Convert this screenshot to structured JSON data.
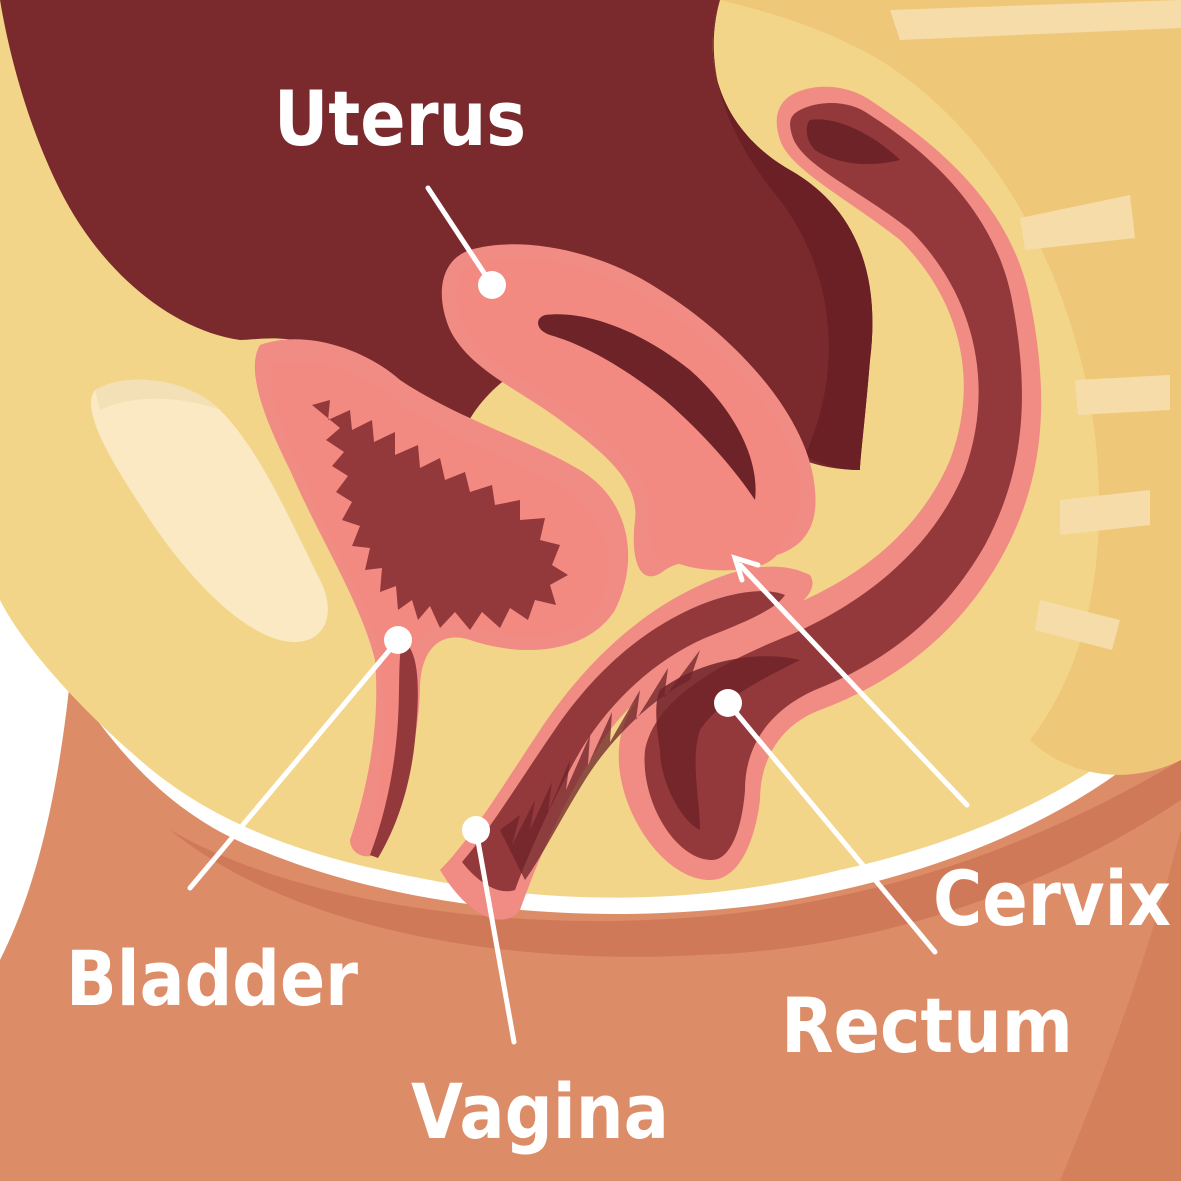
{
  "labels": {
    "uterus": "Uterus",
    "bladder": "Bladder",
    "vagina": "Vagina",
    "cervix": "Cervix",
    "rectum": "Rectum"
  },
  "colors": {
    "background": "#ffffff",
    "skin": "#dc8c66",
    "skin_dark": "#c56a4c",
    "fat": "#f3d58a",
    "fat_light": "#f7e3a6",
    "spine": "#eec878",
    "bone": "#fbe9c4",
    "intestine": "#7a2a2c",
    "intestine_dark": "#6a2024",
    "organ_pink": "#f28a82",
    "organ_red": "#93393b",
    "organ_deep": "#6e2328",
    "outline": "#f08c84",
    "label_text": "#ffffff"
  },
  "icons": {
    "pointer_dot": "white-circle-dot",
    "pointer_arrow": "white-arrowhead"
  }
}
